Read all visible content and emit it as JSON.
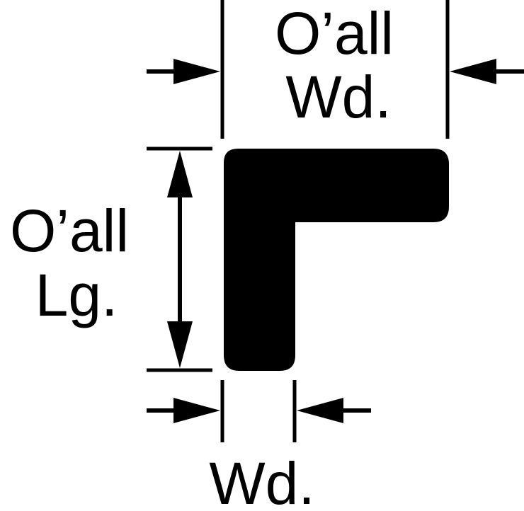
{
  "labels": {
    "overall_width_line1": "O’all",
    "overall_width_line2": "Wd.",
    "overall_length_line1": "O’all",
    "overall_length_line2": "Lg.",
    "leg_width": "Wd."
  },
  "colors": {
    "ink": "#000000",
    "background": "#ffffff"
  }
}
